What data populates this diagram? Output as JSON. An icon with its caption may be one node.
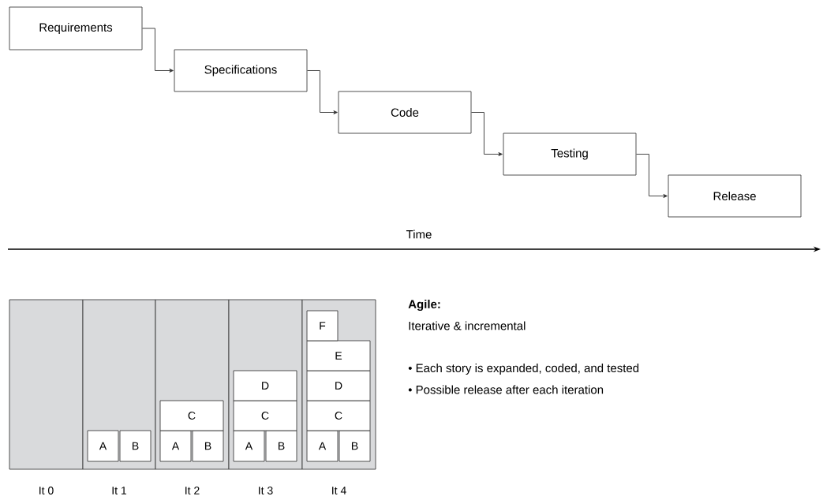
{
  "diagram": {
    "nodes": [
      {
        "text": [
          "Requirements"
        ]
      },
      {
        "text": [
          "Specifications"
        ]
      },
      {
        "text": [
          "Code"
        ]
      },
      {
        "text": [
          "Testing"
        ]
      },
      {
        "text": [
          "Release"
        ]
      },
      {
        "text": [],
        "shape": "box",
        "beside": [
          "It 0"
        ]
      },
      {
        "text": [],
        "shape": "box",
        "beside": [
          "It 1"
        ]
      },
      {
        "text": [
          "A"
        ],
        "in": 6
      },
      {
        "text": [
          "B"
        ],
        "in": 6
      },
      {
        "text": [],
        "shape": "box",
        "beside": [
          "It 2"
        ]
      },
      {
        "text": [
          "A"
        ],
        "in": 9
      },
      {
        "text": [
          "B"
        ],
        "in": 9
      },
      {
        "text": [
          "C"
        ],
        "in": 9
      },
      {
        "text": [],
        "shape": "box",
        "beside": [
          "It 3"
        ]
      },
      {
        "text": [
          "A"
        ],
        "in": 13
      },
      {
        "text": [
          "B"
        ],
        "in": 13
      },
      {
        "text": [
          "C"
        ],
        "in": 13
      },
      {
        "text": [
          "D"
        ],
        "in": 13
      },
      {
        "text": [],
        "shape": "box",
        "beside": [
          "It 4"
        ]
      },
      {
        "text": [
          "A"
        ],
        "in": 18
      },
      {
        "text": [
          "B"
        ],
        "in": 18
      },
      {
        "text": [
          "C"
        ],
        "in": 18
      },
      {
        "text": [
          "D"
        ],
        "in": 18
      },
      {
        "text": [
          "E"
        ],
        "in": 18
      },
      {
        "text": [
          "F"
        ],
        "in": 18
      }
    ],
    "edges": [
      {
        "from": 0,
        "to": 1,
        "arrow": "to"
      },
      {
        "from": 1,
        "to": 2,
        "arrow": "to"
      },
      {
        "from": 2,
        "to": 3,
        "arrow": "to"
      },
      {
        "from": 3,
        "to": 4,
        "arrow": "to"
      }
    ],
    "labels": [
      "Time",
      "Agile:",
      "Iterative & incremental",
      "• Each story is expanded, coded, and tested",
      "• Possible release after each iteration"
    ]
  }
}
